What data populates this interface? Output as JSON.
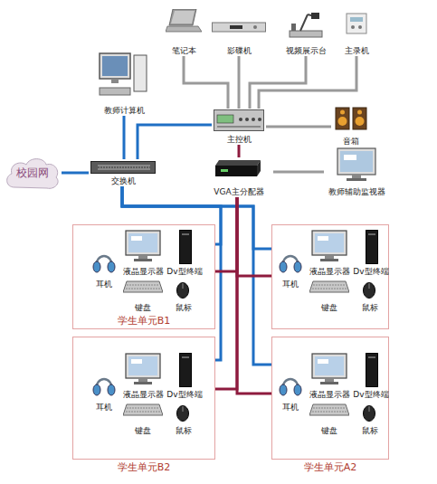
{
  "diagram": {
    "nodes": [
      {
        "text": [
          "笔记本"
        ]
      },
      {
        "text": [
          "影碟机"
        ]
      },
      {
        "text": [
          "视频展示台"
        ]
      },
      {
        "text": [
          "主录机"
        ]
      },
      {
        "text": [
          "教师计算机"
        ]
      },
      {
        "text": [
          "主控机"
        ]
      },
      {
        "text": [
          "音箱"
        ]
      },
      {
        "text": [
          "校园网"
        ]
      },
      {
        "text": [
          "交换机"
        ]
      },
      {
        "text": [
          "VGA主分配器"
        ]
      },
      {
        "text": [
          "教师辅助监视器"
        ]
      },
      {
        "text": [
          "学生单元B1"
        ]
      },
      {
        "text": [
          "耳机"
        ],
        "in": 11
      },
      {
        "text": [
          "液晶显示器"
        ],
        "in": 11
      },
      {
        "text": [
          "Dv型终端"
        ],
        "in": 11
      },
      {
        "text": [
          "键盘"
        ],
        "in": 11
      },
      {
        "text": [
          "鼠标"
        ],
        "in": 11
      },
      {
        "text": []
      },
      {
        "text": [
          "耳机"
        ],
        "in": 17
      },
      {
        "text": [
          "液晶显示器"
        ],
        "in": 17
      },
      {
        "text": [
          "Dv型终端"
        ],
        "in": 17
      },
      {
        "text": [
          "键盘"
        ],
        "in": 17
      },
      {
        "text": [
          "鼠标"
        ],
        "in": 17
      },
      {
        "text": [
          "学生单元B2"
        ]
      },
      {
        "text": [
          "耳机"
        ],
        "in": 23
      },
      {
        "text": [
          "液晶显示器"
        ],
        "in": 23
      },
      {
        "text": [
          "Dv型终端"
        ],
        "in": 23
      },
      {
        "text": [
          "键盘"
        ],
        "in": 23
      },
      {
        "text": [
          "鼠标"
        ],
        "in": 23
      },
      {
        "text": [
          "学生单元A2"
        ]
      },
      {
        "text": [
          "耳机"
        ],
        "in": 29
      },
      {
        "text": [
          "液晶显示器"
        ],
        "in": 29
      },
      {
        "text": [
          "Dv型终端"
        ],
        "in": 29
      },
      {
        "text": [
          "键盘"
        ],
        "in": 29
      },
      {
        "text": [
          "鼠标"
        ],
        "in": 29
      }
    ],
    "edges": [
      {
        "from": 0,
        "to": 5,
        "arrow": "none"
      },
      {
        "from": 1,
        "to": 5,
        "arrow": "none"
      },
      {
        "from": 2,
        "to": 5,
        "arrow": "none"
      },
      {
        "from": 3,
        "to": 5,
        "arrow": "none"
      },
      {
        "from": 5,
        "to": 6,
        "arrow": "none"
      },
      {
        "from": 4,
        "to": 8,
        "arrow": "none"
      },
      {
        "from": 5,
        "to": 8,
        "arrow": "none"
      },
      {
        "from": 7,
        "to": 8,
        "arrow": "none"
      },
      {
        "from": 5,
        "to": 9,
        "arrow": "none"
      },
      {
        "from": 9,
        "to": 10,
        "arrow": "none"
      },
      {
        "from": 8,
        "to": 11,
        "arrow": "none"
      },
      {
        "from": 8,
        "to": 17,
        "arrow": "none"
      },
      {
        "from": 8,
        "to": 23,
        "arrow": "none"
      },
      {
        "from": 8,
        "to": 29,
        "arrow": "none"
      },
      {
        "from": 9,
        "to": 11,
        "arrow": "none"
      },
      {
        "from": 9,
        "to": 17,
        "arrow": "none"
      },
      {
        "from": 9,
        "to": 23,
        "arrow": "none"
      },
      {
        "from": 9,
        "to": 29,
        "arrow": "none"
      }
    ]
  }
}
